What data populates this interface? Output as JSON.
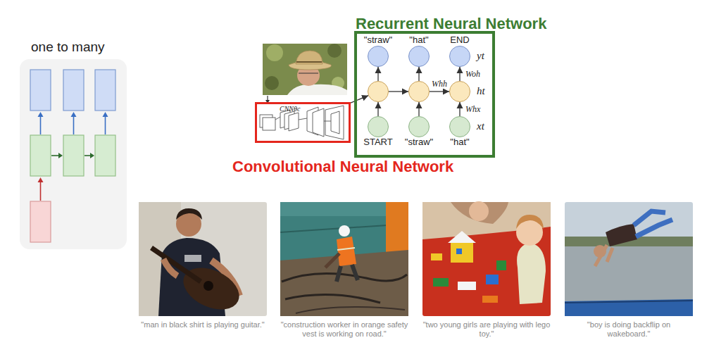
{
  "diagram": {
    "nodes": [
      {
        "text": [
          "Recurrent Neural Network"
        ]
      },
      {
        "text": [
          "\"straw\""
        ],
        "in": 0
      },
      {
        "text": [
          "\"hat\""
        ],
        "in": 0
      },
      {
        "text": [
          "END",
          "yt"
        ],
        "in": 0
      },
      {
        "text": [],
        "in": 0
      },
      {
        "text": [],
        "in": 0
      },
      {
        "text": [
          "ht"
        ],
        "in": 0
      },
      {
        "text": [
          "START"
        ],
        "in": 0
      },
      {
        "text": [
          "\"straw\""
        ],
        "in": 0
      },
      {
        "text": [
          "\"hat\"",
          "xt"
        ],
        "in": 0
      },
      {
        "text": [
          "CNNθc",
          "Convolutional Neural Network"
        ]
      }
    ],
    "edges": [
      {
        "from": 4,
        "to": 5,
        "arrow": "to"
      },
      {
        "from": 5,
        "to": 6,
        "arrow": "to",
        "label": "Whh"
      },
      {
        "from": 7,
        "to": 4,
        "arrow": "to"
      },
      {
        "from": 8,
        "to": 5,
        "arrow": "to"
      },
      {
        "from": 9,
        "to": 6,
        "arrow": "to",
        "label": "Whx"
      },
      {
        "from": 4,
        "to": 1,
        "arrow": "to"
      },
      {
        "from": 5,
        "to": 2,
        "arrow": "to"
      },
      {
        "from": 6,
        "to": 3,
        "arrow": "to",
        "label": "Woh"
      },
      {
        "from": 10,
        "to": 4,
        "arrow": "to"
      }
    ],
    "labels": [
      "one to many",
      "\"man in black shirt is playing guitar.\"",
      "\"construction worker in orange safety vest is working on road.\"",
      "\"two young girls are playing with lego toy.\"",
      "\"boy is doing backflip on wakeboard.\""
    ]
  }
}
